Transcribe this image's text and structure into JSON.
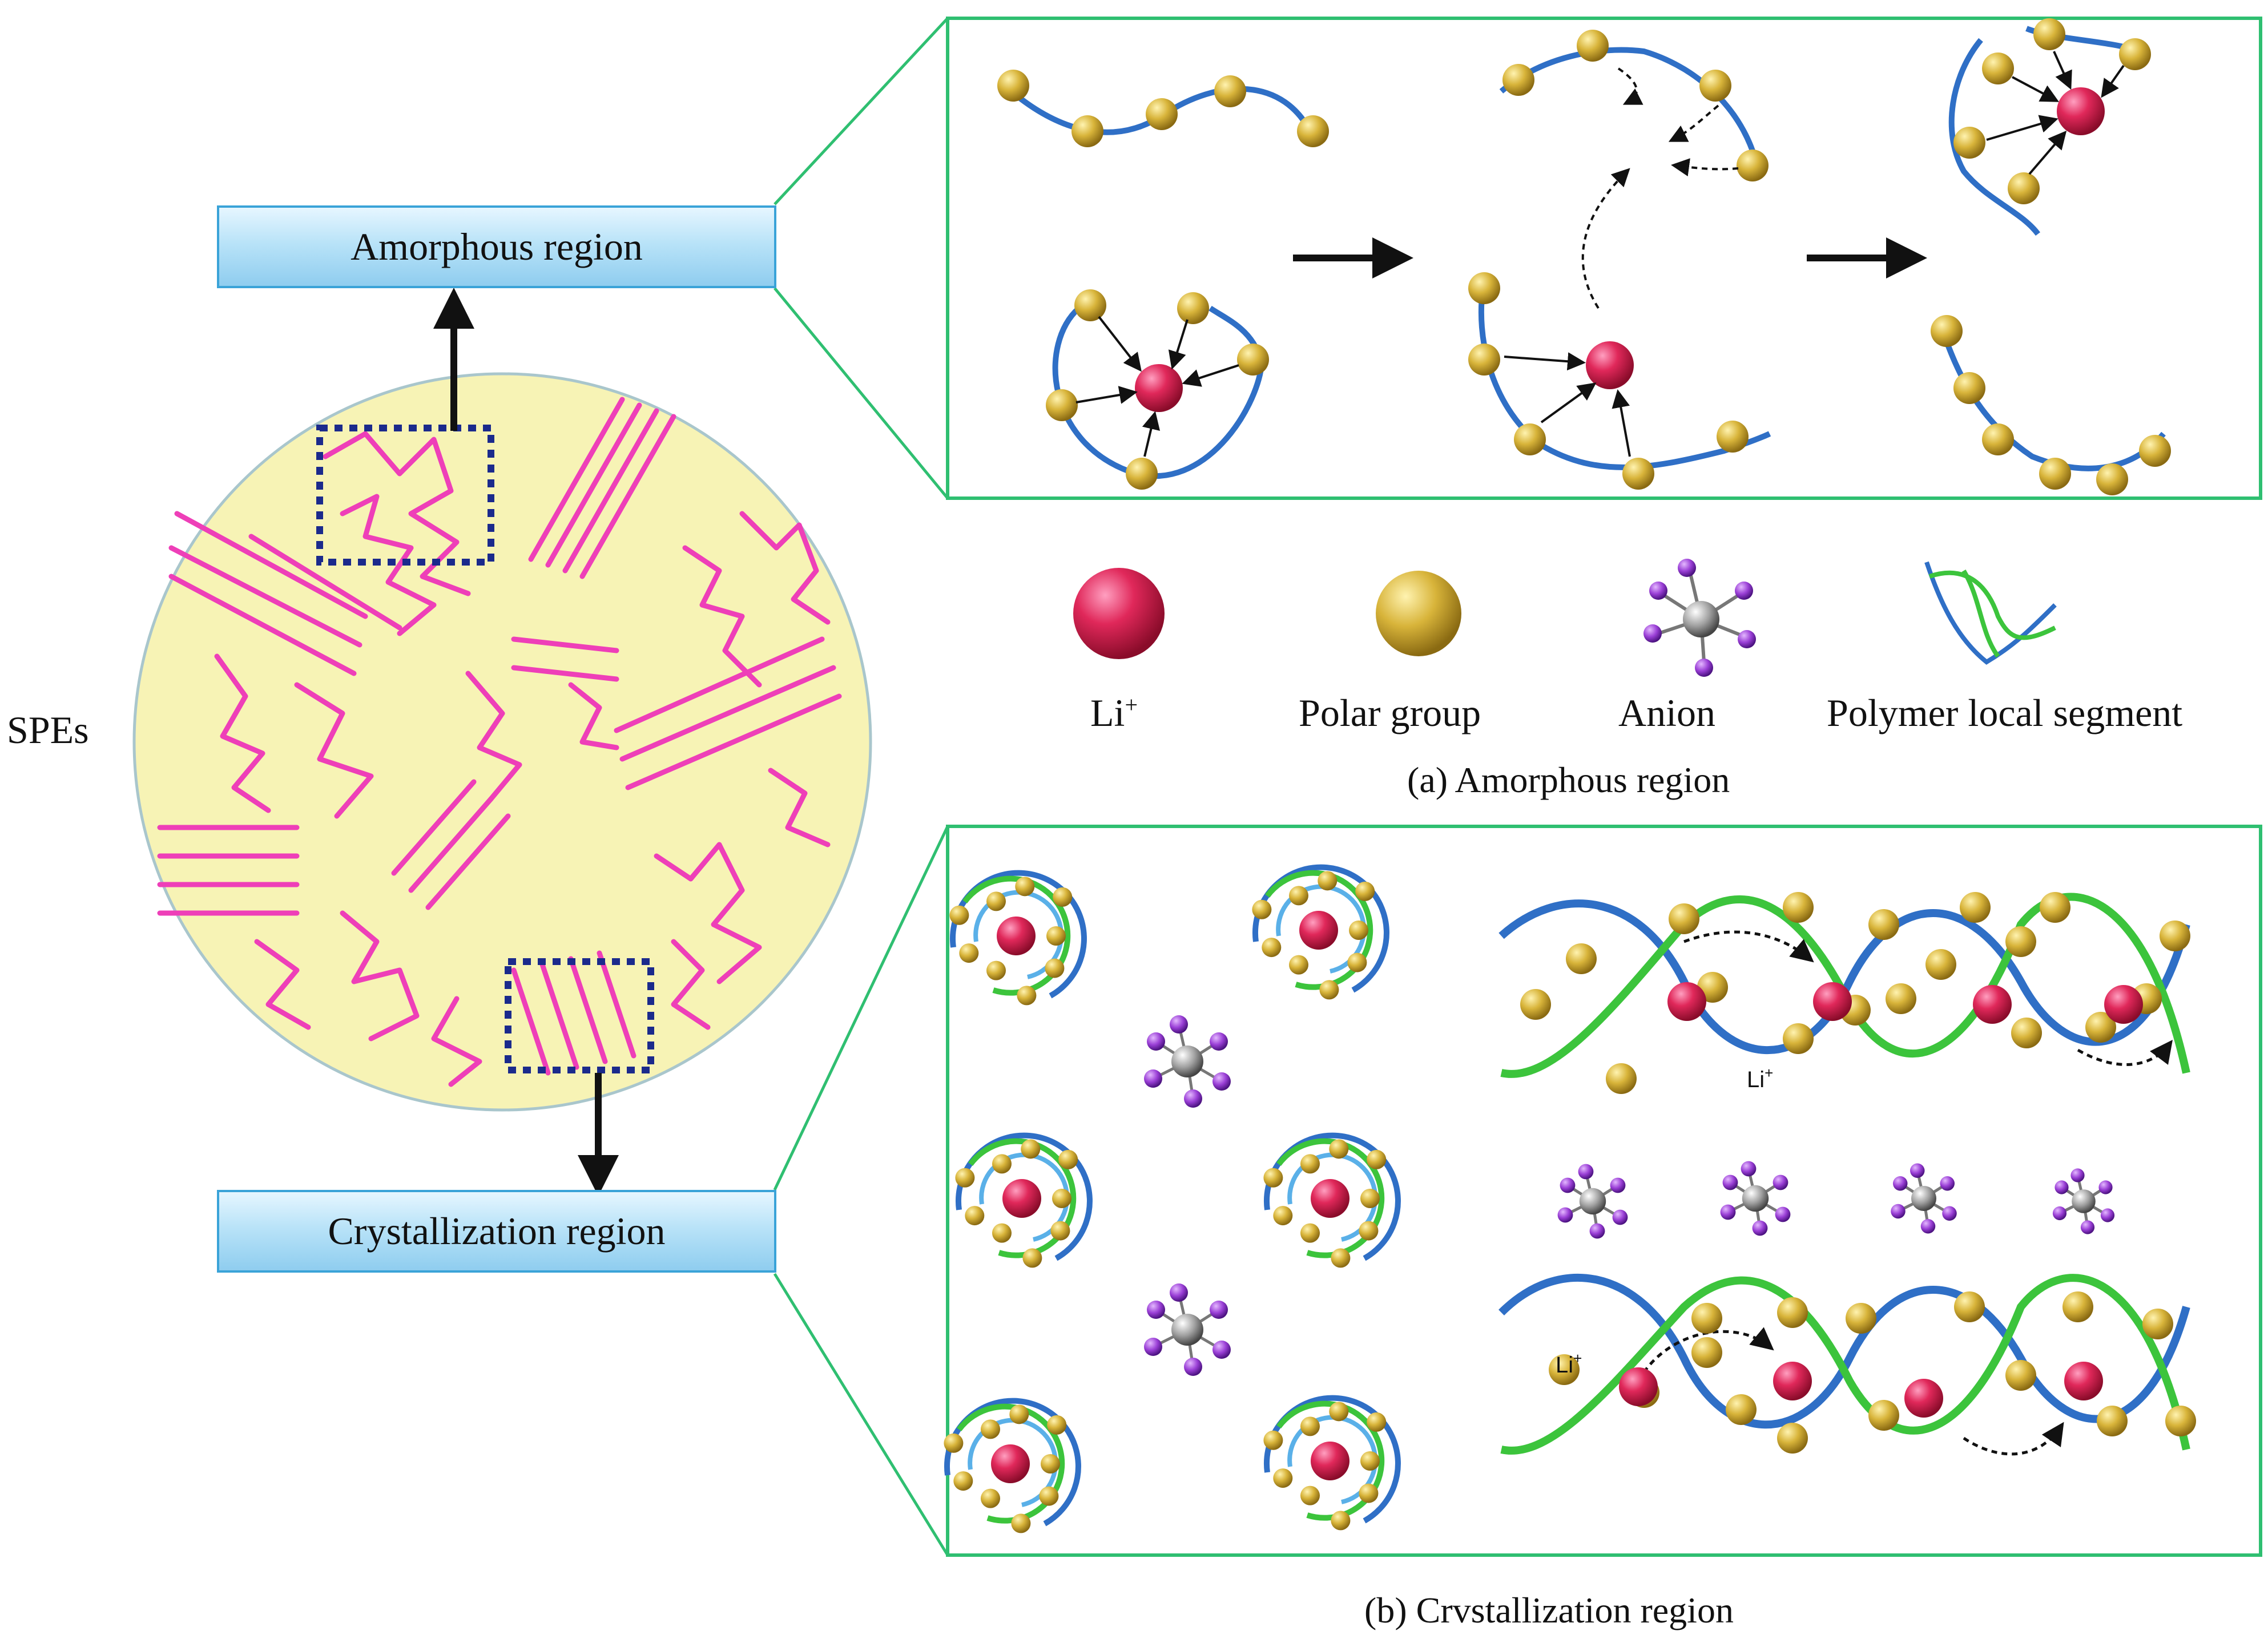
{
  "left": {
    "spes_label": "SPEs",
    "amorphous_box": "Amorphous region",
    "crystallization_box": "Crystallization region"
  },
  "legend": {
    "li": "Li",
    "li_sup": "+",
    "polar": "Polar group",
    "anion": "Anion",
    "segment": "Polymer local segment"
  },
  "captions": {
    "a": "(a) Amorphous region",
    "b": "(b) Crvstallization region"
  },
  "panel_b": {
    "li_label": "Li",
    "li_sup": "+"
  },
  "colors": {
    "panel_border": "#2fbf71",
    "box_border": "#3aa3d8",
    "circle_fill": "#f7f3b5",
    "chain_pink": "#ee3fb8",
    "dotted_box": "#1b2a8c",
    "li_red": "#d4204f",
    "polar_gold": "#d9b83a",
    "chain_blue": "#2f6fc6",
    "chain_green": "#3cc43c",
    "anion_purple": "#8a3fc4"
  }
}
